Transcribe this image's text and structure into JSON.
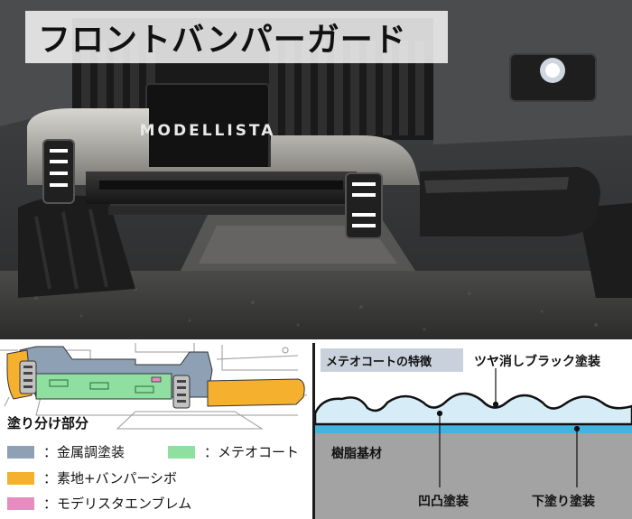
{
  "title": "フロントバンパーガード",
  "plate_text": "MODELLISTA",
  "colors": {
    "metal": "#8ea0b4",
    "meteor": "#8fe0a0",
    "resin_grain": "#f5b12e",
    "emblem": "#e88bc0"
  },
  "paint_legend": {
    "title": "塗り分け部分",
    "items": [
      {
        "label": "：金属調塗装",
        "color": "#8ea0b4"
      },
      {
        "label": "：メテオコート",
        "color": "#8fe0a0"
      },
      {
        "label": "：素地+バンパーシボ",
        "color": "#f5b12e"
      },
      {
        "label": "：モデリスタエンブレム",
        "color": "#e88bc0"
      }
    ]
  },
  "meteor_features": {
    "title": "メテオコートの特徴",
    "matte_black_label": "ツヤ消しブラック塗装",
    "resin_base_label": "樹脂基材",
    "uneven_coat_label": "凹凸塗装",
    "undercoat_label": "下塗り塗装"
  }
}
